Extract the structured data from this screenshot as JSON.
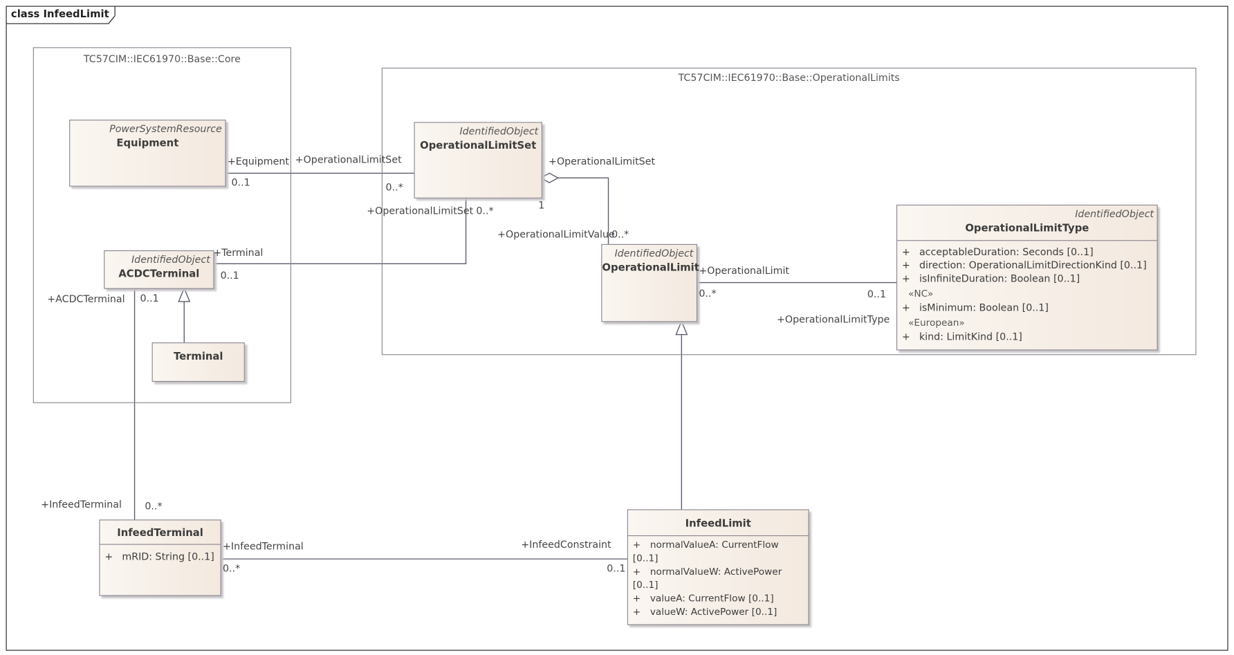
{
  "frame": {
    "title": "class InfeedLimit"
  },
  "packages": {
    "core": "TC57CIM::IEC61970::Base::Core",
    "oplimits": "TC57CIM::IEC61970::Base::OperationalLimits"
  },
  "classes": {
    "equipment": {
      "stereotype": "PowerSystemResource",
      "name": "Equipment"
    },
    "acdcterminal": {
      "stereotype": "IdentifiedObject",
      "name": "ACDCTerminal"
    },
    "terminal": {
      "name": "Terminal"
    },
    "ols": {
      "stereotype": "IdentifiedObject",
      "name": "OperationalLimitSet"
    },
    "ol": {
      "stereotype": "IdentifiedObject",
      "name": "OperationalLimit"
    },
    "olt": {
      "stereotype": "IdentifiedObject",
      "name": "OperationalLimitType",
      "attributes": [
        {
          "vis": "+",
          "text": "acceptableDuration: Seconds [0..1]"
        },
        {
          "vis": "+",
          "text": "direction: OperationalLimitDirectionKind [0..1]"
        },
        {
          "vis": "+",
          "text": "isInfiniteDuration: Boolean [0..1]"
        }
      ],
      "nc_stereotype": "«NC»",
      "nc_attributes": [
        {
          "vis": "+",
          "text": "isMinimum: Boolean [0..1]"
        }
      ],
      "eu_stereotype": "«European»",
      "eu_attributes": [
        {
          "vis": "+",
          "text": "kind: LimitKind [0..1]"
        }
      ]
    },
    "infeedterminal": {
      "name": "InfeedTerminal",
      "attributes": [
        {
          "vis": "+",
          "text": "mRID: String [0..1]"
        }
      ]
    },
    "infeedlimit": {
      "name": "InfeedLimit",
      "attributes": [
        {
          "vis": "+",
          "text": "normalValueA: CurrentFlow [0..1]"
        },
        {
          "vis": "+",
          "text": "normalValueW: ActivePower [0..1]"
        },
        {
          "vis": "+",
          "text": "valueA: CurrentFlow [0..1]"
        },
        {
          "vis": "+",
          "text": "valueW: ActivePower [0..1]"
        }
      ]
    }
  },
  "labels": {
    "eq_role": "+Equipment",
    "eq_mult": "0..1",
    "ols_role1": "+OperationalLimitSet",
    "ols_mult1": "0..*",
    "ols_role2": "+OperationalLimitSet",
    "ols_mult2": "0..*",
    "term_role": "+Terminal",
    "term_mult": "0..1",
    "ols_role3": "+OperationalLimitSet",
    "ols_mult3": "1",
    "olv_role": "+OperationalLimitValue",
    "olv_mult": "0..*",
    "ol_role": "+OperationalLimit",
    "ol_mult": "0..*",
    "olt_role": "+OperationalLimitType",
    "olt_mult": "0..1",
    "acdc_role": "+ACDCTerminal",
    "acdc_mult": "0..1",
    "it_role1": "+InfeedTerminal",
    "it_mult1": "0..*",
    "it_role2": "+InfeedTerminal",
    "it_mult2": "0..*",
    "ic_role": "+InfeedConstraint",
    "ic_mult": "0..1"
  }
}
